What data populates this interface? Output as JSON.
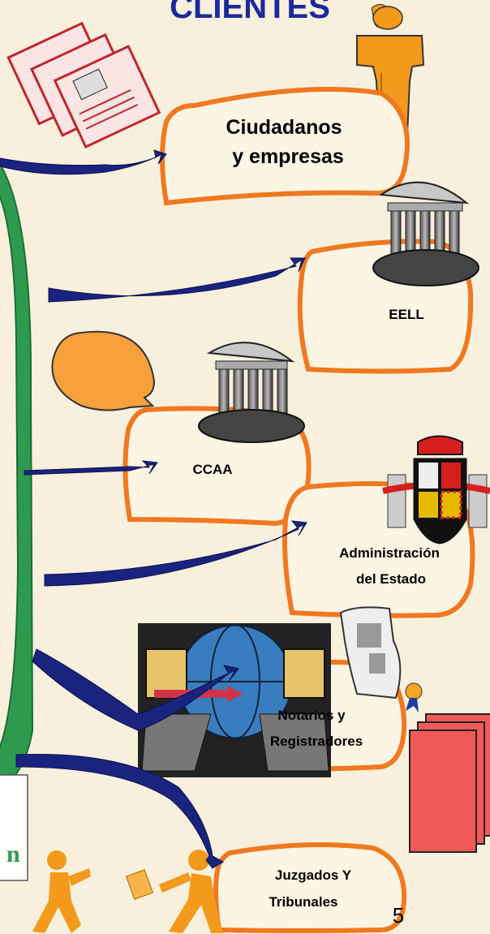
{
  "title": "CLIENTES",
  "page_number": "5",
  "bottom_left_fragment": "n",
  "clients": [
    {
      "id": "ciudadanos",
      "line1": "Ciudadanos",
      "line2": "y empresas"
    },
    {
      "id": "eell",
      "line1": "EELL",
      "line2": ""
    },
    {
      "id": "ccaa",
      "line1": "CCAA",
      "line2": ""
    },
    {
      "id": "estado",
      "line1": "Administración",
      "line2": "del Estado"
    },
    {
      "id": "notarios",
      "line1": "Notarios y",
      "line2": "Registradores"
    },
    {
      "id": "juzgados",
      "line1": "Juzgados Y",
      "line2": "Tribunales"
    }
  ],
  "colors": {
    "background": "#f8f0dc",
    "bubble_border": "#f07820",
    "bubble_fill": "#fdf5e3",
    "arrow": "#1a237e",
    "green_band": "#2e9a4e",
    "speech_bubble": "#f7a03c",
    "person": "#f39a1c",
    "docs_red": "#f25a5a"
  },
  "icons": [
    "floppy-disks-icon",
    "person-icon",
    "building-icon",
    "coat-of-arms-icon",
    "network-computers-icon",
    "scroll-icon",
    "runners-icon",
    "red-documents-icon"
  ]
}
